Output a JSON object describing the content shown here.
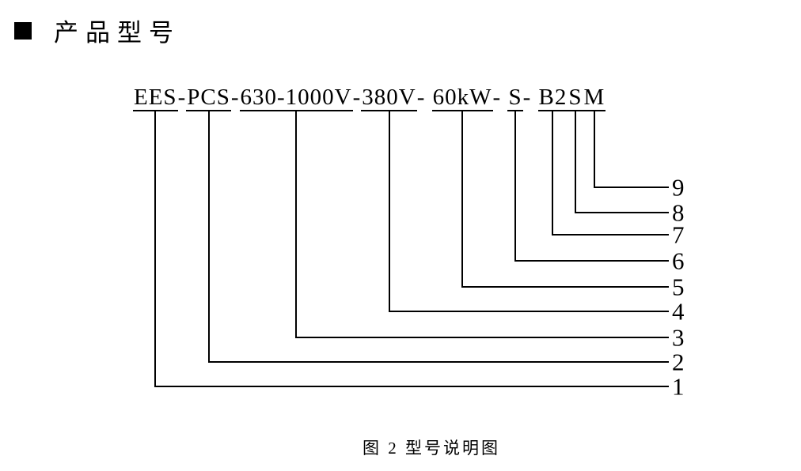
{
  "heading": {
    "bullet_icon": "■",
    "title": "产品型号"
  },
  "model_diagram": {
    "full_model": "EES-PCS-630-1000V-380V- 60kW- S- B2SM",
    "pieces": [
      {
        "text": "EES",
        "label": "1"
      },
      {
        "text": "-"
      },
      {
        "text": "PCS",
        "label": "2"
      },
      {
        "text": "-"
      },
      {
        "text": "630-1000V",
        "label": "3"
      },
      {
        "text": "-"
      },
      {
        "text": "380V",
        "label": "4"
      },
      {
        "text": "- "
      },
      {
        "text": "60kW",
        "label": "5"
      },
      {
        "text": "- "
      },
      {
        "text": "S",
        "label": "6"
      },
      {
        "text": "- "
      },
      {
        "text": "B2",
        "label": "7"
      },
      {
        "text": "S",
        "label": "8"
      },
      {
        "text": "M",
        "label": "9"
      }
    ],
    "labels": [
      "1",
      "2",
      "3",
      "4",
      "5",
      "6",
      "7",
      "8",
      "9"
    ]
  },
  "caption": "图 2 型号说明图",
  "colors": {
    "ink": "#000000",
    "background": "#ffffff"
  }
}
